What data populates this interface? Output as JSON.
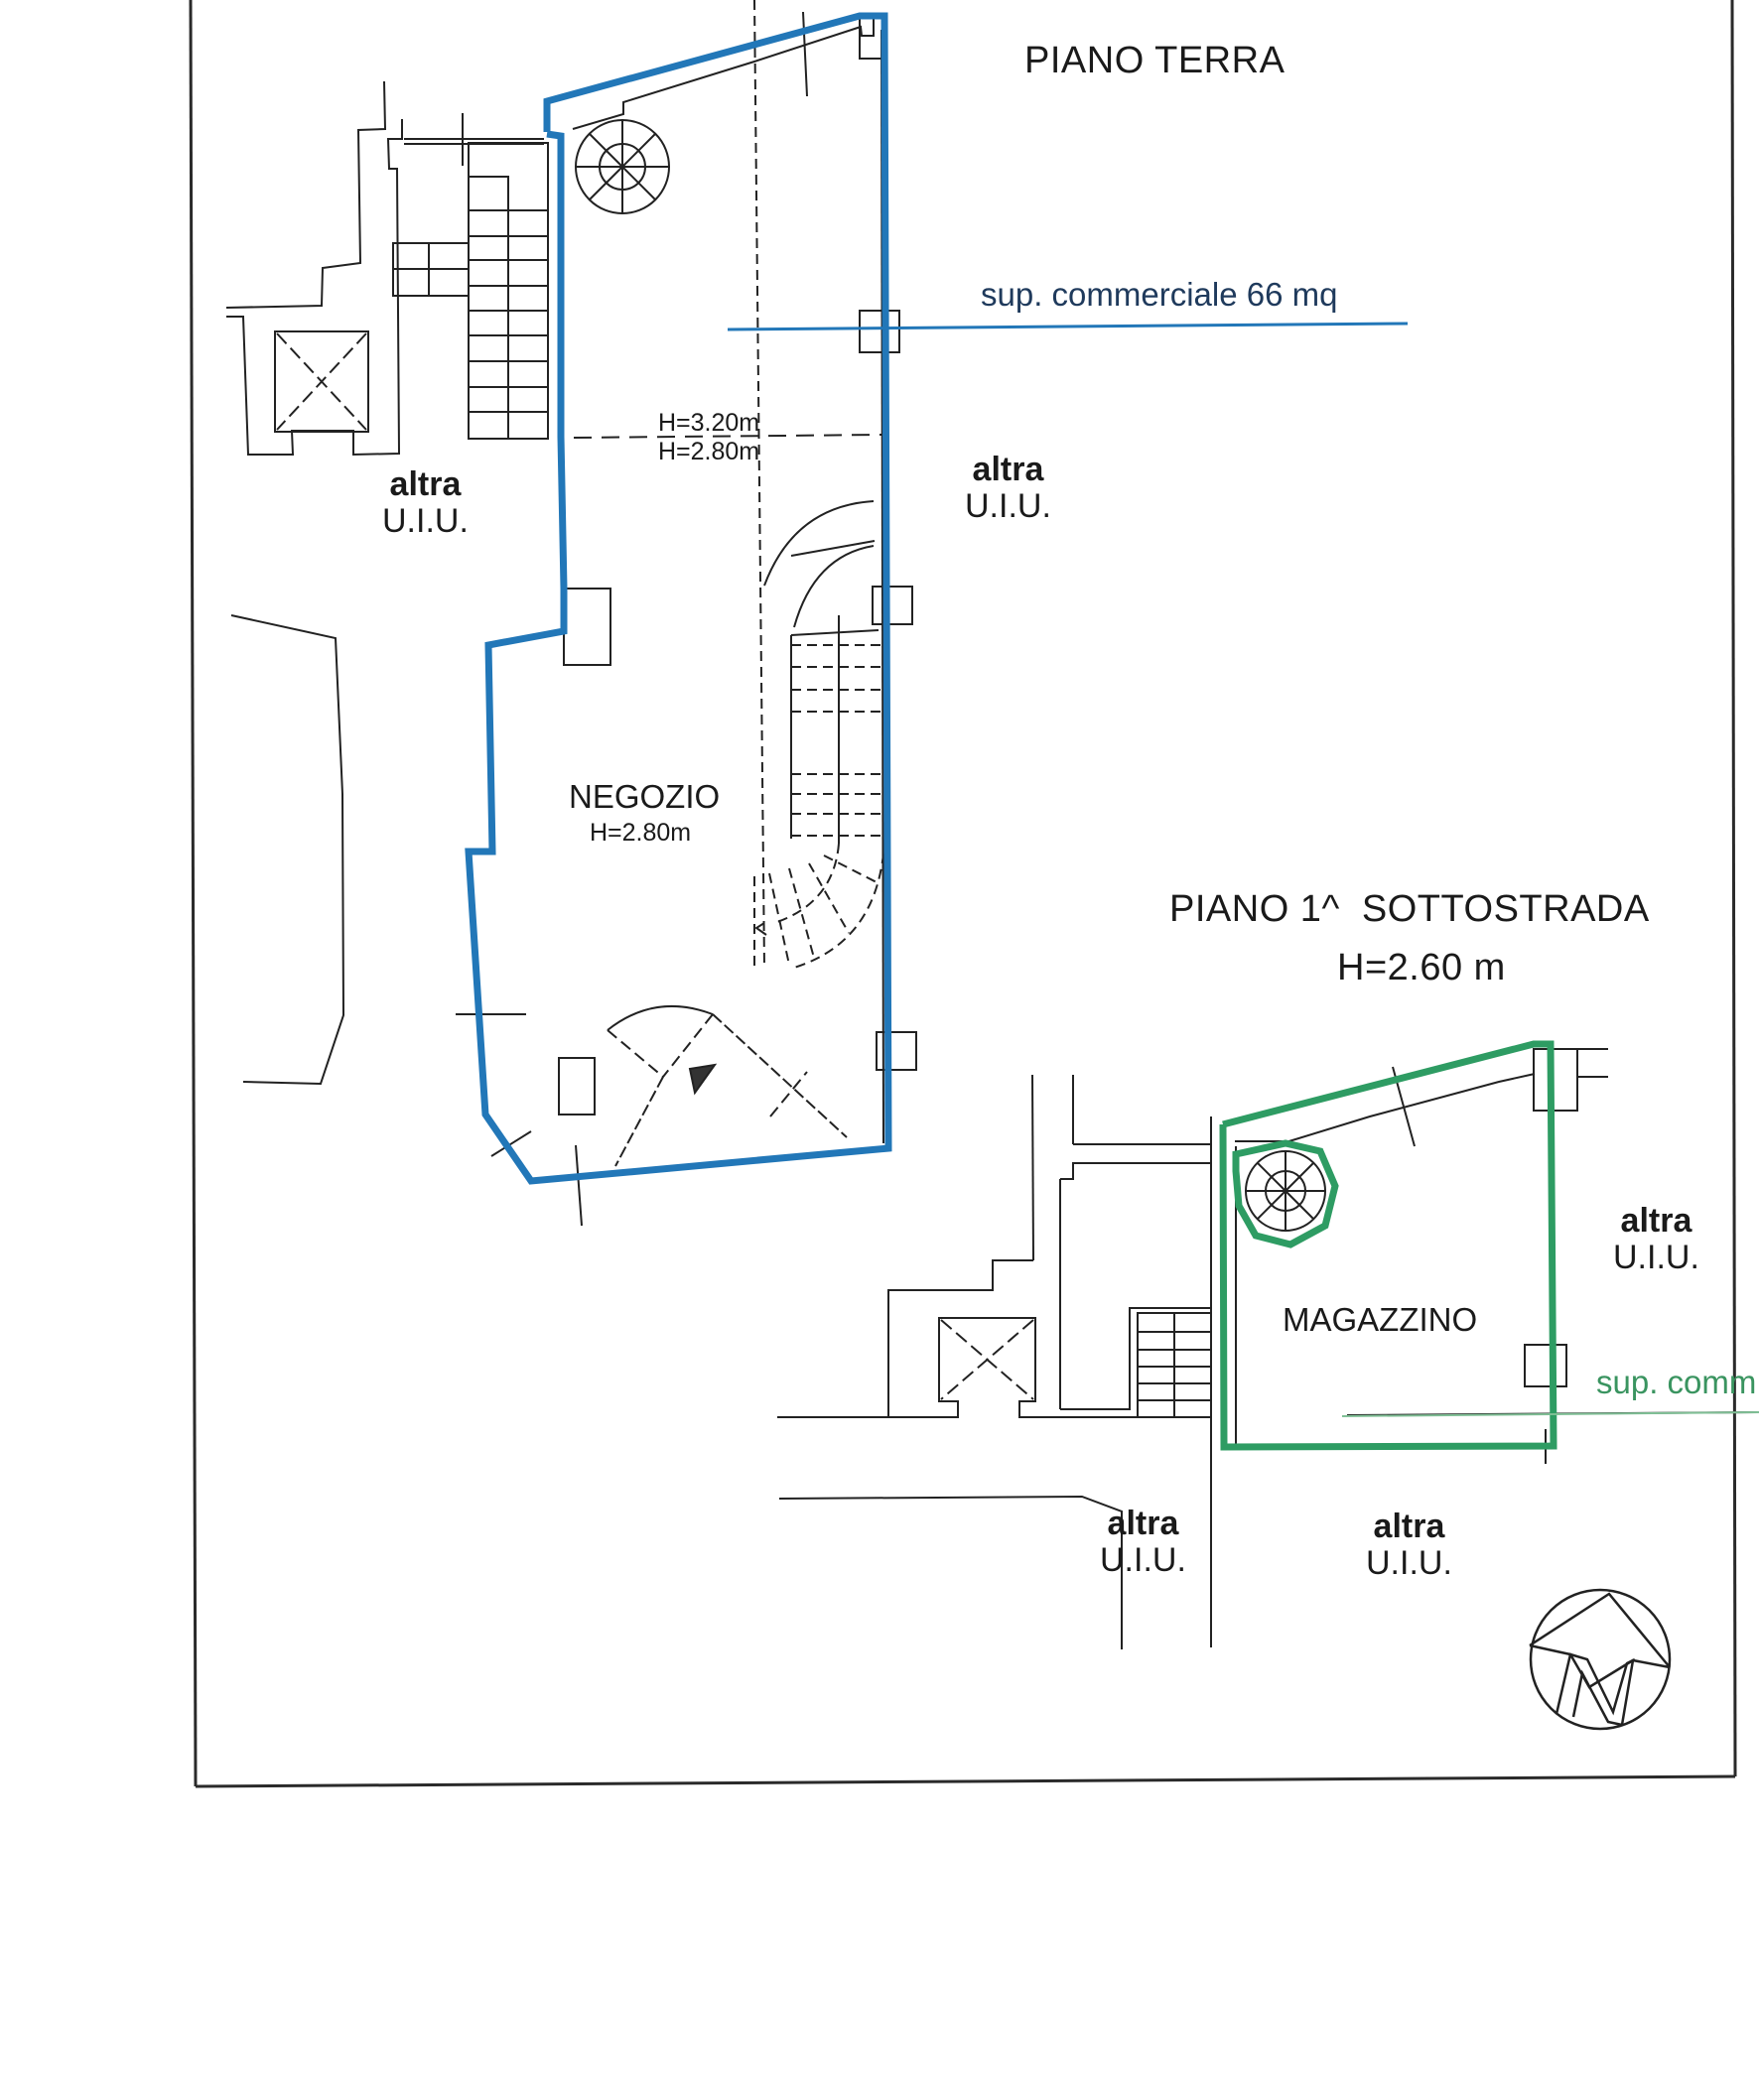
{
  "colors": {
    "ground_floor_outline": "#2277b8",
    "basement_outline": "#2e9c63",
    "ink": "#1a1a1a",
    "area_blue_text": "#1f3a5c",
    "area_green_text": "#3a9460"
  },
  "ground_floor": {
    "title": "PIANO TERRA",
    "area_label": "sup. commerciale 66 mq",
    "room_name": "NEGOZIO",
    "room_height": "H=2.80m",
    "split_height_upper": "H=3.20m",
    "split_height_lower": "H=2.80m",
    "neighbor_left": {
      "line1": "altra",
      "line2": "U.I.U."
    },
    "neighbor_right": {
      "line1": "altra",
      "line2": "U.I.U."
    }
  },
  "basement": {
    "title": "PIANO 1^  SOTTOSTRADA",
    "height": "H=2.60 m",
    "room_name": "MAGAZZINO",
    "area_label_partial": "sup. comm",
    "neighbor_right": {
      "line1": "altra",
      "line2": "U.I.U."
    },
    "neighbor_bottom_left": {
      "line1": "altra",
      "line2": "U.I.U."
    },
    "neighbor_bottom_right": {
      "line1": "altra",
      "line2": "U.I.U."
    }
  },
  "compass": {
    "letter": "N",
    "icon": "north-arrow-icon"
  }
}
